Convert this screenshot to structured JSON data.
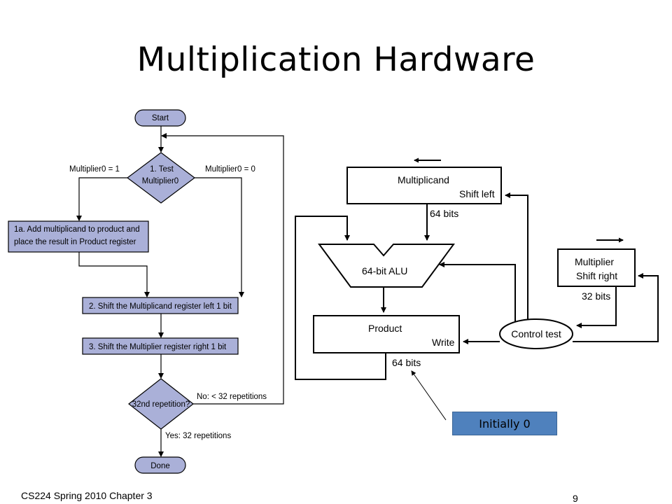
{
  "slide": {
    "title": "Multiplication Hardware",
    "footer_left": "CS224 Spring 2010 Chapter 3",
    "page_number": "9",
    "callout": "Initially 0"
  },
  "flowchart": {
    "start": "Start",
    "test_line1": "1.  Test",
    "test_line2": "Multiplier0",
    "branch_left": "Multiplier0 = 1",
    "branch_right": "Multiplier0 = 0",
    "step1a_line1": "1a.  Add multiplicand to product and",
    "step1a_line2": "place the result in Product register",
    "step2": "2.  Shift the Multiplicand register left 1 bit",
    "step3": "3.  Shift the Multiplier register right 1 bit",
    "decision_label": "32nd repetition?",
    "no_label": "No: < 32 repetitions",
    "yes_label": "Yes: 32 repetitions",
    "done": "Done"
  },
  "hardware": {
    "multiplicand": "Multiplicand",
    "shift_left": "Shift left",
    "multiplicand_bits": "64 bits",
    "alu": "64-bit ALU",
    "multiplier": "Multiplier",
    "shift_right": "Shift right",
    "multiplier_bits": "32 bits",
    "product": "Product",
    "write": "Write",
    "product_bits": "64 bits",
    "control": "Control test"
  },
  "colors": {
    "flowchart_fill": "#aab0d8",
    "callout_fill": "#4f81bd"
  }
}
